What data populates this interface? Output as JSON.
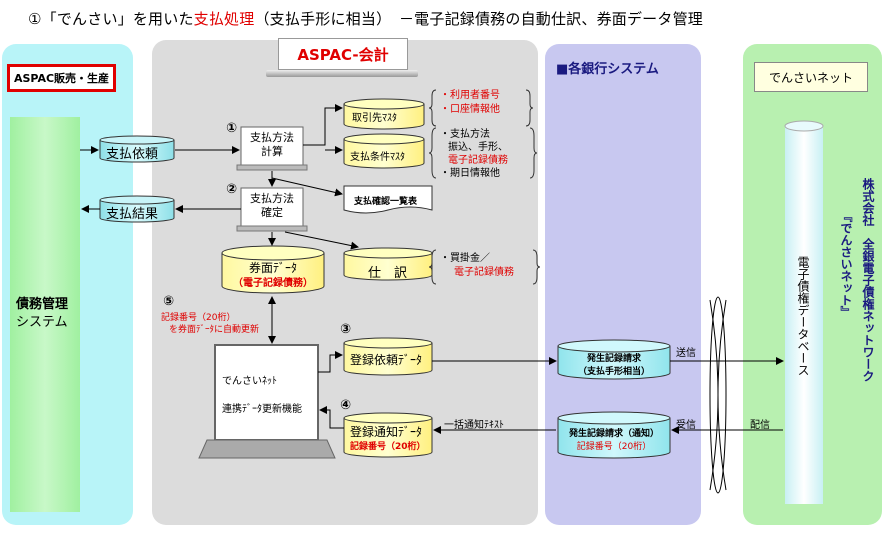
{
  "title": {
    "prefix": "①「でんさい」を用いた",
    "highlight": "支払処理",
    "suffix": "（支払手形に相当）　－電子記録債務の自動仕訳、券面データ管理"
  },
  "colors": {
    "aspac_panel": "#dcdcdc",
    "left_panel": "#b8f4f8",
    "bank_panel": "#c8c8f0",
    "densai_panel": "#b8f0b0",
    "cylinder": "#ffff99",
    "bank_cylinder": "#a8ecf0",
    "red": "#e00000"
  },
  "left": {
    "tag": "ASPAC販売・生産",
    "system_line1": "債務管理",
    "system_line2": "システム"
  },
  "aspac": {
    "sign": "ASPAC-会計"
  },
  "bank": {
    "title": "■各銀行システム",
    "box1_line1": "発生記録請求",
    "box1_line2": "（支払手形相当）",
    "box2_line1": "発生記録請求（通知）",
    "box2_line2": "記録番号（20桁）"
  },
  "densai": {
    "tag": "でんさいネット",
    "db_label": "電子債権データベース",
    "org_line1": "株式会社　全銀電子債権ネットワーク",
    "org_line2": "『でんさいネット』"
  },
  "nodes": {
    "pay_request": "支払依頼",
    "pay_result": "支払結果",
    "step1_num": "①",
    "step1_line1": "支払方法",
    "step1_line2": "計算",
    "step2_num": "②",
    "step2_line1": "支払方法",
    "step2_line2": "確定",
    "vendor_master": "取引先ﾏｽﾀ",
    "vendor_note1": "・利用者番号",
    "vendor_note2": "・口座情報他",
    "payterm_master": "支払条件ﾏｽﾀ",
    "payterm_note1": "・支払方法",
    "payterm_note2": "振込、手形、",
    "payterm_note3": "電子記録債務",
    "payterm_note4": "・期日情報他",
    "confirm_list": "支払確認一覧表",
    "face_data_line1": "券面ﾃﾞｰﾀ",
    "face_data_line2": "（電子記録債務）",
    "journal": "仕　訳",
    "journal_note1": "・買掛金／",
    "journal_note2": "電子記録債務",
    "step5_num": "⑤",
    "step5_line1": "記録番号（20桁）",
    "step5_line2": "を券面ﾃﾞｰﾀに自動更新",
    "laptop_line1": "でんさいﾈｯﾄ",
    "laptop_line2": "連携ﾃﾞｰﾀ更新機能",
    "step3_num": "③",
    "reg_request": "登録依頼ﾃﾞｰﾀ",
    "step4_num": "④",
    "reg_notice": "登録通知ﾃﾞｰﾀ",
    "reg_notice_sub": "記録番号（20桁）",
    "bulk_text": "一括通知ﾃｷｽﾄ",
    "send": "送信",
    "receive": "受信",
    "deliver": "配信"
  }
}
